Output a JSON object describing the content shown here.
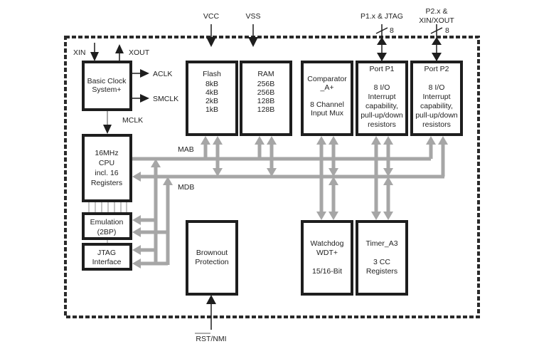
{
  "diagram": {
    "type": "block-diagram",
    "external_signals": {
      "vcc": "VCC",
      "vss": "VSS",
      "p1": "P1.x & JTAG",
      "p1_width": "8",
      "p2_line1": "P2.x &",
      "p2_line2": "XIN/XOUT",
      "p2_width": "8",
      "rst": "RST/NMI"
    },
    "clock_signals": {
      "xin": "XIN",
      "xout": "XOUT",
      "aclk": "ACLK",
      "smclk": "SMCLK",
      "mclk": "MCLK"
    },
    "buses": {
      "mab": "MAB",
      "mdb": "MDB"
    },
    "blocks": {
      "clock": {
        "lines": [
          "Basic Clock",
          "System+"
        ]
      },
      "flash": {
        "title": "Flash",
        "lines": [
          "8kB",
          "4kB",
          "2kB",
          "1kB"
        ]
      },
      "ram": {
        "title": "RAM",
        "lines": [
          "256B",
          "256B",
          "128B",
          "128B"
        ]
      },
      "comparator": {
        "lines": [
          "Comparator",
          "_A+",
          "",
          "8 Channel",
          "Input Mux"
        ]
      },
      "port1": {
        "lines": [
          "Port P1",
          "",
          "8 I/O",
          "Interrupt",
          "capability,",
          "pull-up/down",
          "resistors"
        ]
      },
      "port2": {
        "lines": [
          "Port P2",
          "",
          "8 I/O",
          "Interrupt",
          "capability,",
          "pull-up/down",
          "resistors"
        ]
      },
      "cpu": {
        "lines": [
          "16MHz",
          "CPU",
          "incl. 16",
          "Registers"
        ]
      },
      "emulation": {
        "lines": [
          "Emulation",
          "(2BP)"
        ]
      },
      "jtag": {
        "lines": [
          "JTAG",
          "Interface"
        ]
      },
      "brownout": {
        "lines": [
          "Brownout",
          "Protection"
        ]
      },
      "watchdog": {
        "lines": [
          "Watchdog",
          "WDT+",
          "",
          "15/16-Bit"
        ]
      },
      "timer": {
        "lines": [
          "Timer_A3",
          "",
          "3 CC",
          "Registers"
        ]
      }
    }
  }
}
